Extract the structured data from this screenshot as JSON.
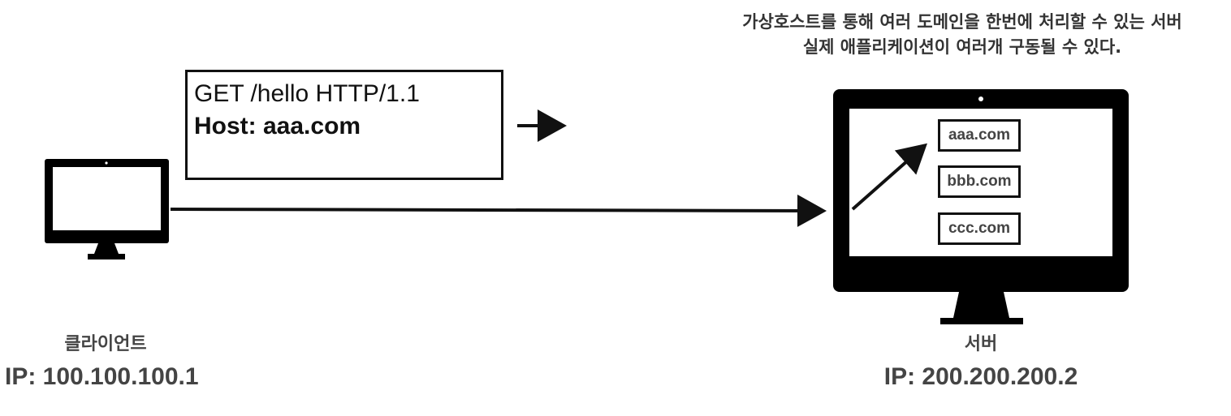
{
  "note": {
    "line1": "가상호스트를 통해 여러 도메인을 한번에 처리할 수 있는 서버",
    "line2": "실제 애플리케이션이 여러개 구동될 수 있다."
  },
  "request": {
    "line1": "GET /hello HTTP/1.1",
    "line2": "Host: aaa.com"
  },
  "client": {
    "label": "클라이언트",
    "ip": "IP: 100.100.100.1"
  },
  "server": {
    "label": "서버",
    "ip": "IP: 200.200.200.2",
    "domains": [
      "aaa.com",
      "bbb.com",
      "ccc.com"
    ]
  },
  "icons": {
    "client": "monitor-icon",
    "server": "monitor-icon"
  },
  "colors": {
    "ink": "#111111",
    "label": "#444444"
  }
}
